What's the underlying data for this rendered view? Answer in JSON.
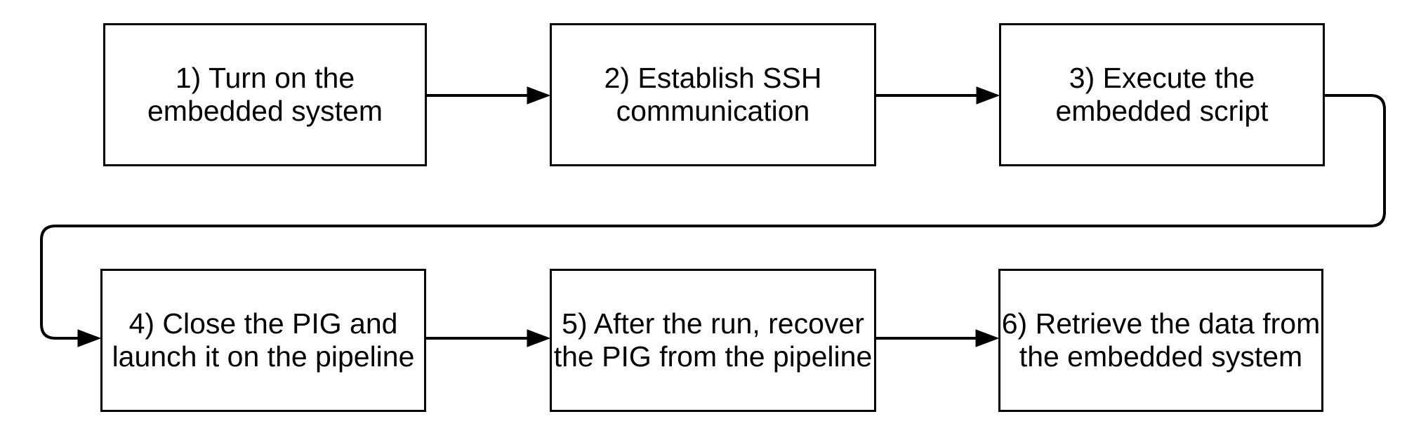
{
  "diagram": {
    "type": "flowchart",
    "background_color": "#ffffff",
    "stroke_color": "#000000",
    "text_color": "#000000",
    "box_fill_color": "#ffffff",
    "steps": [
      {
        "id": 1,
        "label": "1) Turn on the embedded system",
        "lines": [
          "1) Turn on the",
          "embedded system"
        ]
      },
      {
        "id": 2,
        "label": "2) Establish SSH communication",
        "lines": [
          "2) Establish SSH",
          "communication"
        ]
      },
      {
        "id": 3,
        "label": "3) Execute the embedded script",
        "lines": [
          "3) Execute the",
          "embedded script"
        ]
      },
      {
        "id": 4,
        "label": "4) Close the PIG and launch it on the pipeline",
        "lines": [
          "4) Close the PIG and",
          "launch it on the pipeline"
        ]
      },
      {
        "id": 5,
        "label": "5) After the run, recover the PIG from the pipeline",
        "lines": [
          "5) After the run, recover",
          "the PIG from the pipeline"
        ]
      },
      {
        "id": 6,
        "label": "6) Retrieve the data from the embedded system",
        "lines": [
          "6) Retrieve the data from",
          "the embedded system"
        ]
      }
    ],
    "connections": [
      {
        "from": 1,
        "to": 2,
        "style": "straight-arrow"
      },
      {
        "from": 2,
        "to": 3,
        "style": "straight-arrow"
      },
      {
        "from": 3,
        "to": 4,
        "style": "wrap-around-arrow"
      },
      {
        "from": 4,
        "to": 5,
        "style": "straight-arrow"
      },
      {
        "from": 5,
        "to": 6,
        "style": "straight-arrow"
      }
    ]
  }
}
